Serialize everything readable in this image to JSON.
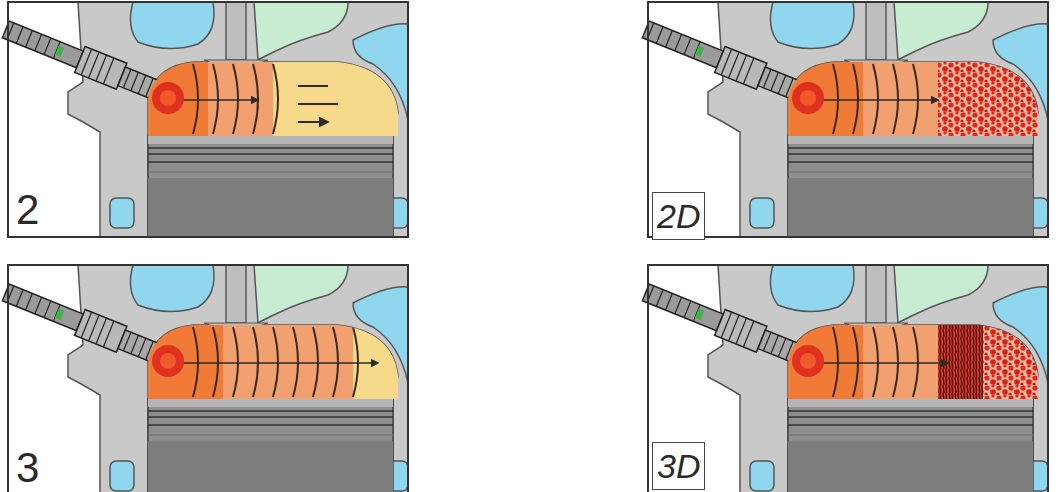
{
  "diagram": {
    "labels": [
      "2",
      "3",
      "2D",
      "3D"
    ]
  }
}
